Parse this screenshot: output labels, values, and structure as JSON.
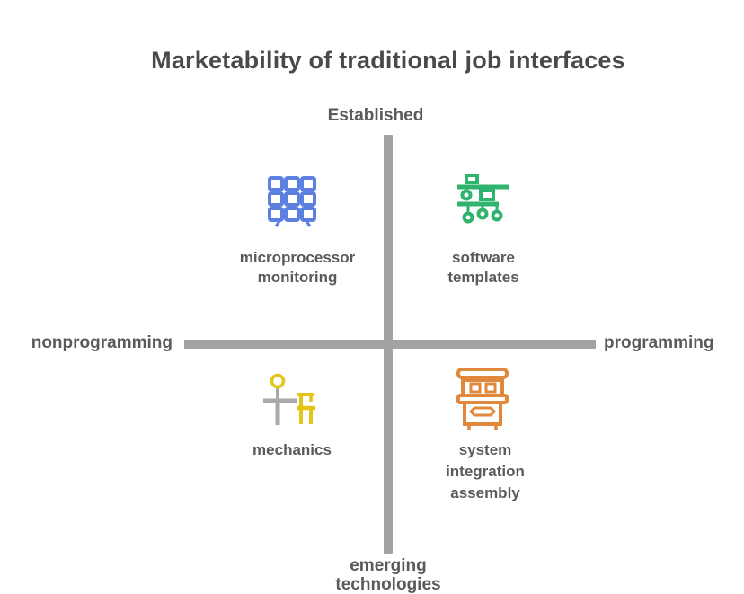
{
  "title": "Marketability of traditional job interfaces",
  "axes": {
    "top_label": "Established",
    "bottom_label_lines": [
      "emerging",
      "technologies"
    ],
    "left_label": "nonprogramming",
    "right_label": "programming"
  },
  "quadrants": [
    {
      "position": "top-left",
      "icon": "solar-panel-icon",
      "lines": [
        "microprocessor",
        "monitoring"
      ]
    },
    {
      "position": "top-right",
      "icon": "assembly-line-icon",
      "lines": [
        "software",
        "templates"
      ]
    },
    {
      "position": "bottom-left",
      "icon": "desk-lamp-chair-icon",
      "lines": [
        "mechanics"
      ]
    },
    {
      "position": "bottom-right",
      "icon": "kiosk-icon",
      "lines": [
        "system",
        "integration",
        "assembly"
      ]
    }
  ],
  "colors": {
    "background": "#ffffff",
    "axis": "#a3a3a3",
    "title_text": "#4a4a4a",
    "label_text": "#5a5a5a",
    "blue": "#5b80df",
    "green": "#2fb36d",
    "yellow": "#e4c417",
    "gray": "#a9a9a9",
    "orange": "#e0893c"
  }
}
